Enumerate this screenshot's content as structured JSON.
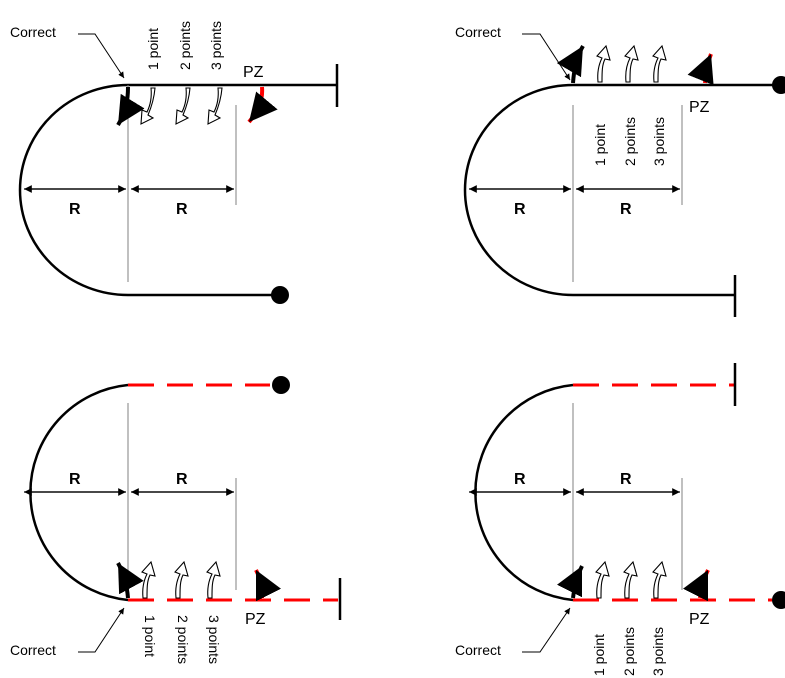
{
  "labels": {
    "correct": "Correct",
    "one_point": "1 point",
    "two_points": "2 points",
    "three_points": "3 points",
    "pz": "PZ",
    "radius": "R"
  },
  "colors": {
    "line": "#000000",
    "penalty": "#ff0000",
    "guide": "#808080",
    "arrow_outline": "#000000",
    "arrow_fill": "#ffffff"
  },
  "panels": [
    {
      "id": "top-left",
      "track": "solid",
      "end_left": "stop-bar",
      "end_bottom": "dot"
    },
    {
      "id": "top-right",
      "track": "solid",
      "end_top": "dot",
      "end_bottom": "stop-bar"
    },
    {
      "id": "bottom-left",
      "track": "dashed-red",
      "end_top": "dot",
      "end_bottom": "stop-bar"
    },
    {
      "id": "bottom-right",
      "track": "dashed-red",
      "end_top": "stop-bar",
      "end_bottom": "dot"
    }
  ]
}
